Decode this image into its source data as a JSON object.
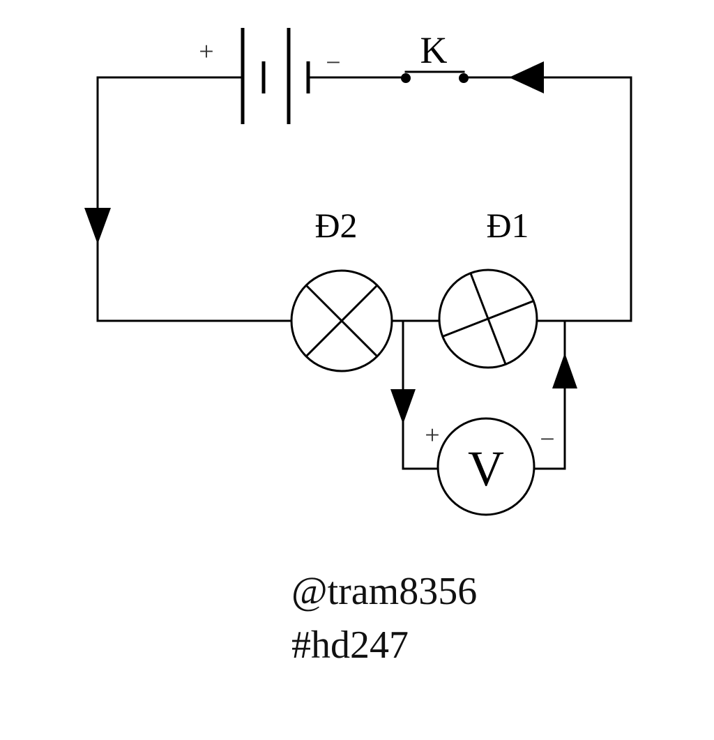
{
  "switch": {
    "label": "K"
  },
  "battery": {
    "plus_sign": "+",
    "minus_sign": "−"
  },
  "lamps": [
    {
      "label": "Đ2"
    },
    {
      "label": "Đ1"
    }
  ],
  "voltmeter": {
    "label": "V",
    "plus_sign": "+",
    "minus_sign": "−"
  },
  "credits": {
    "author": "@tram8356",
    "tag": "#hd247"
  }
}
